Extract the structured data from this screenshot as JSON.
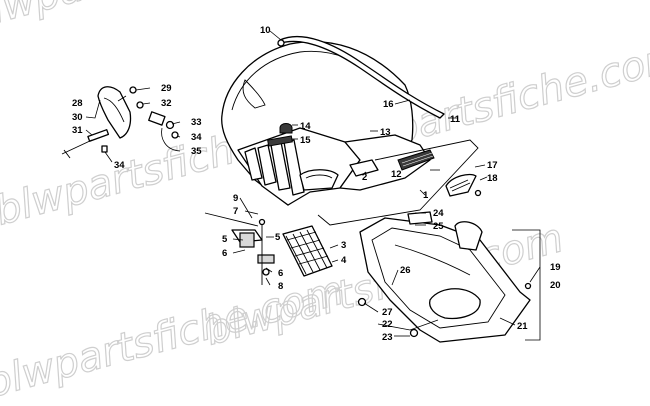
{
  "watermark": "blwpartsfiche.com",
  "callouts": [
    "1",
    "2",
    "3",
    "4",
    "5",
    "5",
    "6",
    "6",
    "7",
    "8",
    "9",
    "10",
    "11",
    "12",
    "13",
    "14",
    "15",
    "16",
    "17",
    "18",
    "19",
    "20",
    "21",
    "22",
    "23",
    "24",
    "25",
    "26",
    "27",
    "28",
    "29",
    "30",
    "31",
    "32",
    "33",
    "34",
    "34",
    "35"
  ]
}
